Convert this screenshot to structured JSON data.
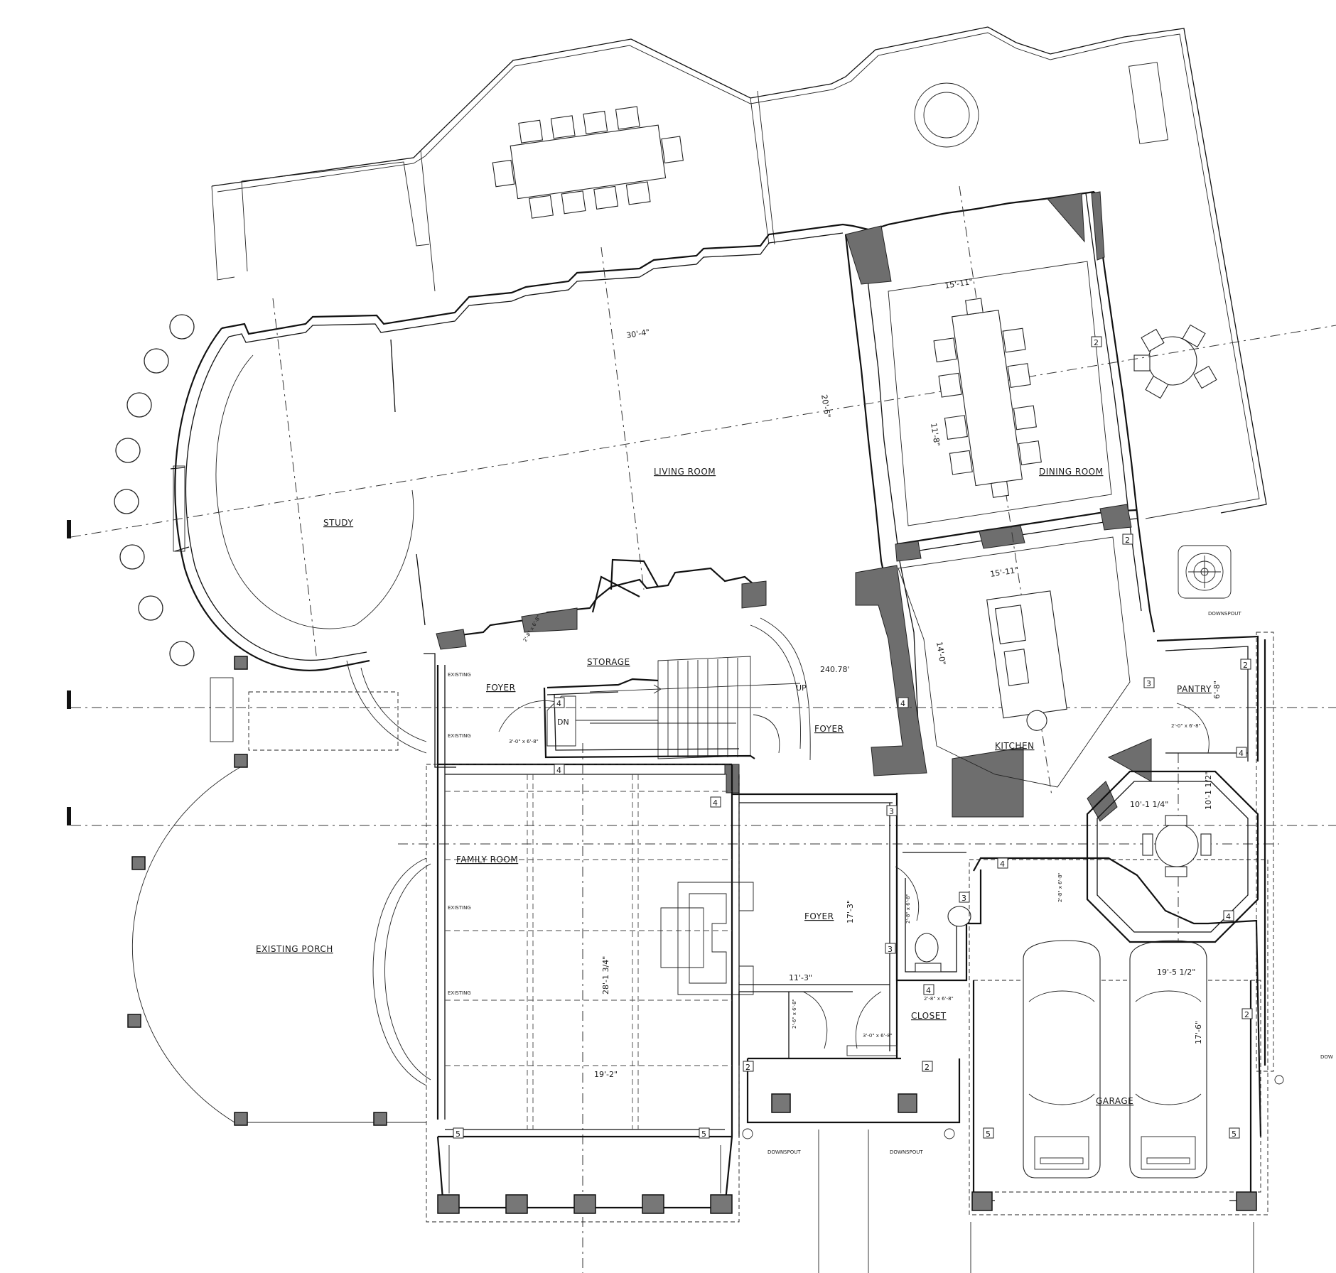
{
  "rooms": {
    "study": "STUDY",
    "living_room": "LIVING ROOM",
    "dining_room": "DINING ROOM",
    "kitchen": "KITCHEN",
    "pantry": "PANTRY",
    "storage": "STORAGE",
    "foyer_a": "FOYER",
    "foyer_b": "FOYER",
    "foyer_c": "FOYER",
    "family_room": "FAMILY ROOM",
    "existing_porch": "EXISTING PORCH",
    "closet": "CLOSET",
    "garage": "GARAGE"
  },
  "dimensions": {
    "living_width": "30'-4\"",
    "living_depth": "20'-6\"",
    "dining_width": "15'-11\"",
    "dining_depth": "11'-8\"",
    "kitchen_width": "15'-11\"",
    "kitchen_depth": "14'-0\"",
    "pantry_depth": "6'-8\"",
    "octagon_w": "10'-1 1/4\"",
    "octagon_h": "10'-1 1/2\"",
    "foyer_c_depth": "17'-3\"",
    "foyer_c_width": "11'-3\"",
    "family_depth": "28'-1 3/4\"",
    "family_width": "19'-2\"",
    "garage_width": "19'-5 1/2\"",
    "garage_depth": "17'-6\"",
    "foyer_b_angle": "240.78'"
  },
  "annotations": {
    "up": "UP",
    "dn": "DN",
    "downspout_1": "DOWNSPOUT",
    "downspout_2": "DOWNSPOUT",
    "downspout_3": "DOWNSPOUT",
    "downspout_4": "DOW",
    "existing_1": "EXISTING",
    "existing_2": "EXISTING",
    "existing_3": "EXISTING",
    "existing_4": "EXISTING",
    "door_1": "3'-0\" x 6'-8\"",
    "door_2": "2'-8\" x 6'-8\"",
    "door_3": "2'-0\" x 6'-8\"",
    "door_4": "2'-8\" x 6'-8\"",
    "door_5": "2'-8\" x 6'-8\"",
    "door_6": "2'-6\" x 6'-8\"",
    "door_7": "3'-0\" x 6'-8\"",
    "door_8": "2'-8\" x 6'-8\""
  },
  "tags": {
    "t2": "2",
    "t3": "3",
    "t4": "4",
    "t5": "5"
  }
}
